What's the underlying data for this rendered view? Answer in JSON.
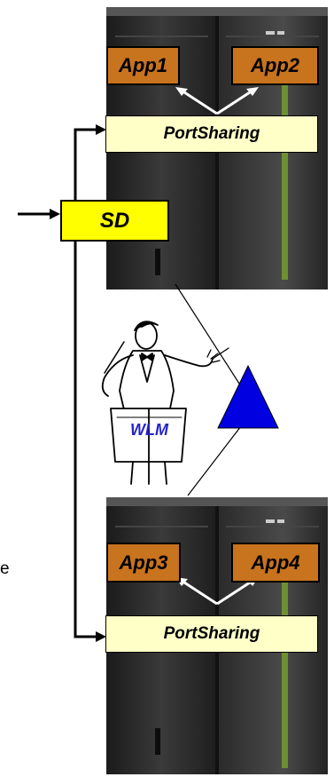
{
  "nodes": {
    "app1": "App1",
    "app2": "App2",
    "app3": "App3",
    "app4": "App4",
    "portsharing_top": "PortSharing",
    "portsharing_bottom": "PortSharing",
    "sd": "SD",
    "wlm": "WLM"
  },
  "side_text": "e",
  "colors": {
    "app_fill": "#c8731e",
    "portsharing_fill": "#ffffc8",
    "sd_fill": "#ffff00",
    "triangle_fill": "#0000e0",
    "wlm_text": "#2525c8",
    "server_body": "#2a2a2a",
    "server_accent": "#7aa82a"
  },
  "icons": [
    "server-rack-icon",
    "conductor-icon",
    "triangle-icon"
  ]
}
